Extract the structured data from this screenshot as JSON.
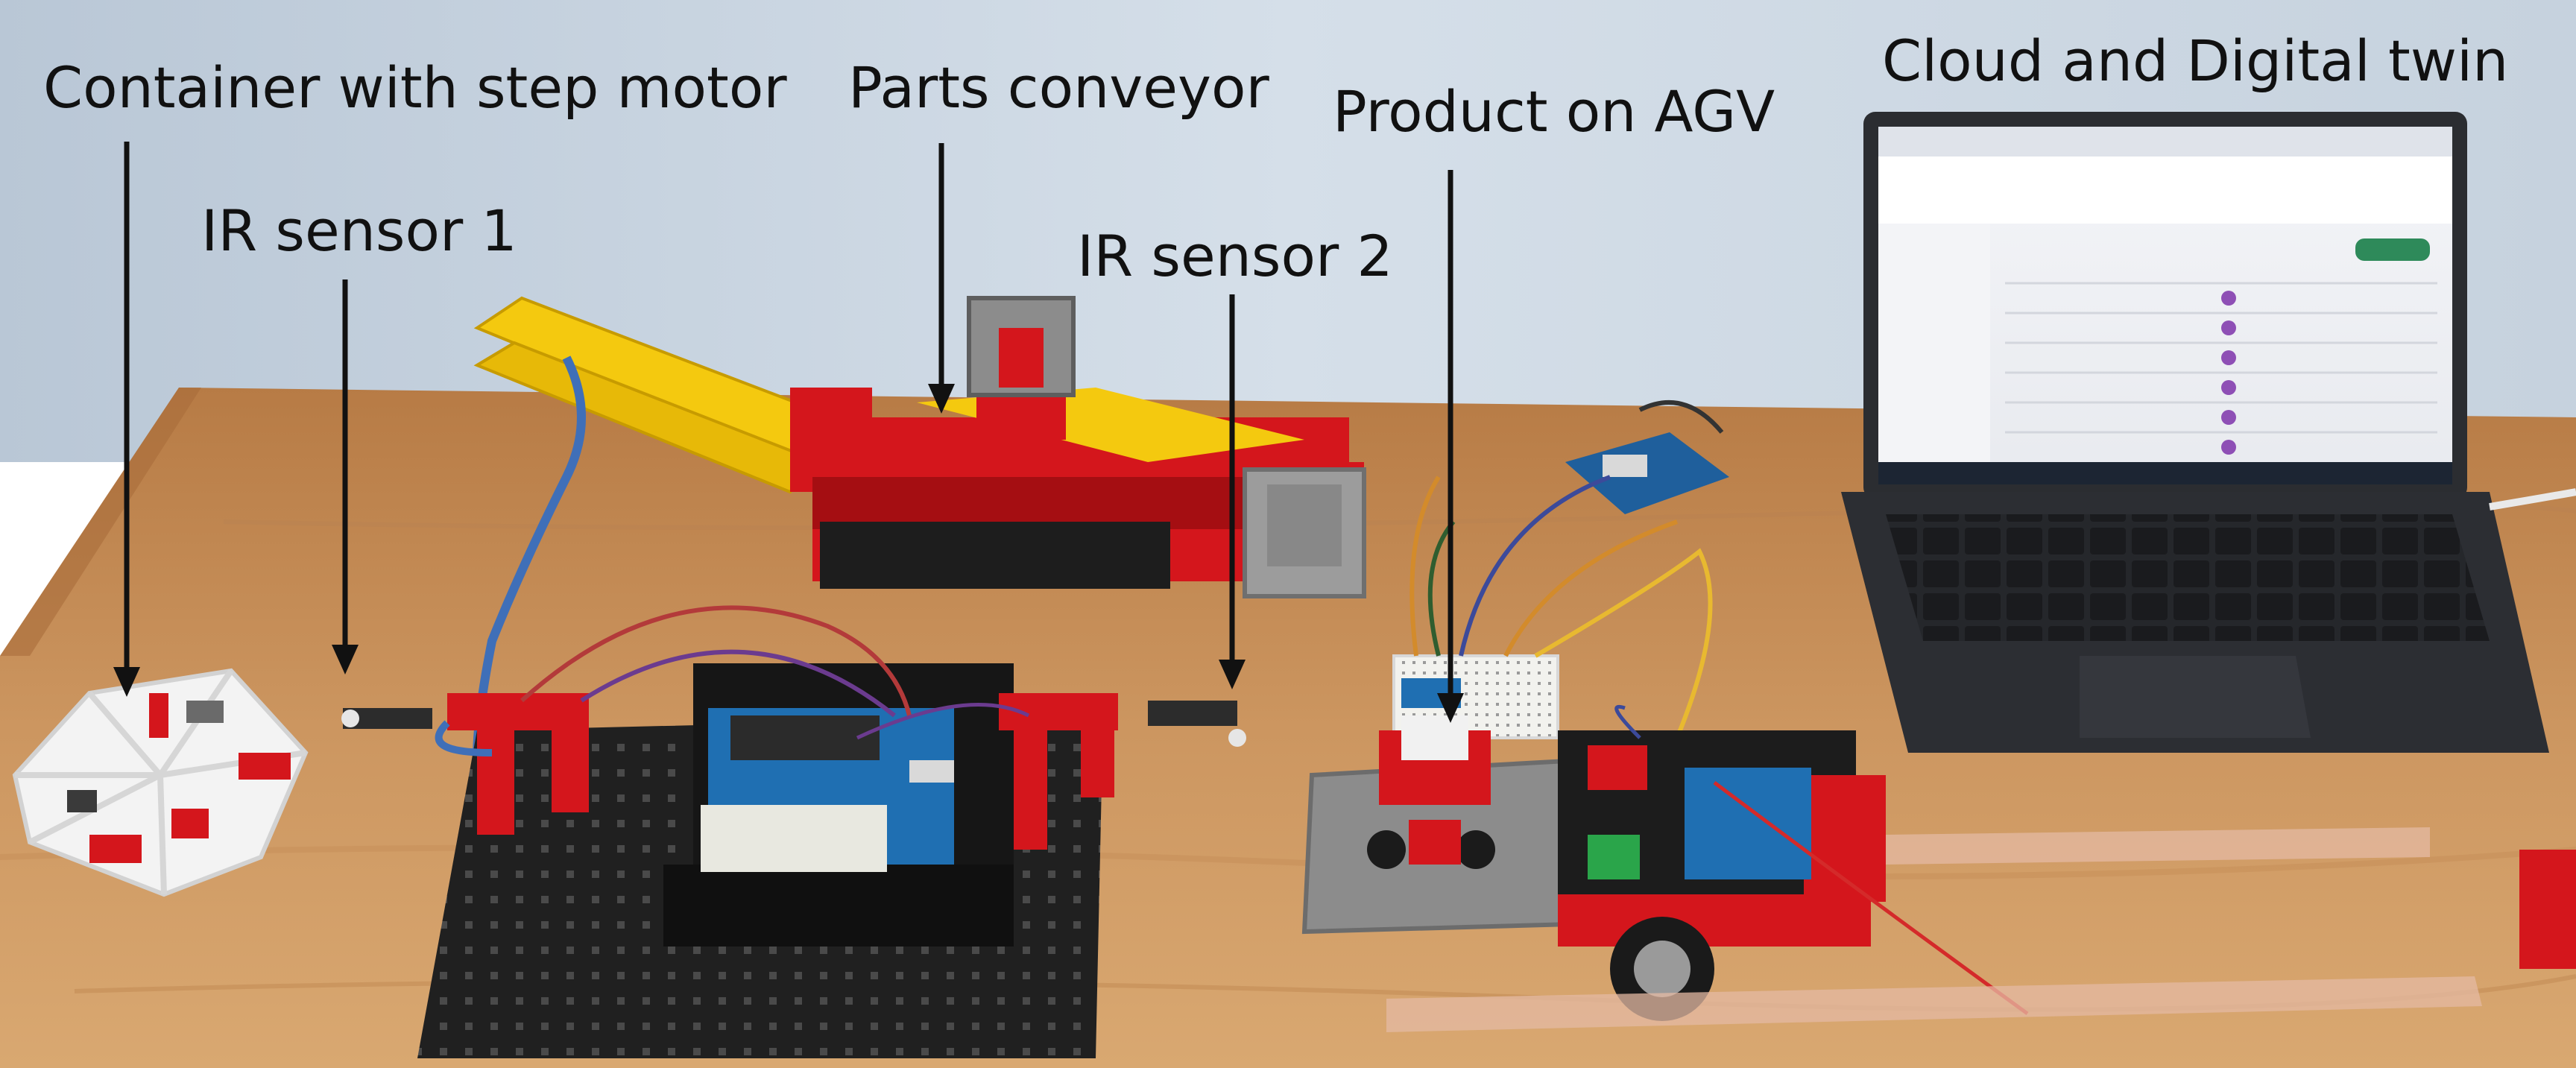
{
  "labels": {
    "container": "Container with step motor",
    "ir1": "IR sensor 1",
    "conveyor": "Parts conveyor",
    "ir2": "IR sensor 2",
    "agv": "Product on AGV",
    "cloud": "Cloud and Digital twin"
  },
  "colors": {
    "wall": "#ccd8e4",
    "table": "#c9925a",
    "lego_red": "#d4161c",
    "lego_yellow": "#f4c90f",
    "board_black": "#1c1c1c",
    "laptop": "#2b2d31",
    "arduino_blue": "#1f6fb2",
    "arrow": "#111111"
  },
  "icons": [
    "arrow-down-icon"
  ]
}
